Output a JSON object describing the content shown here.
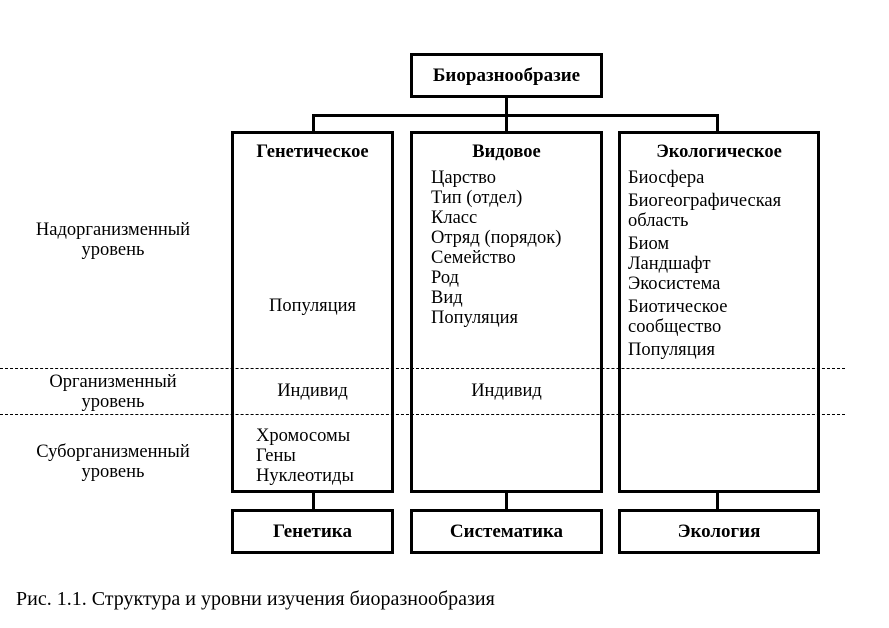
{
  "root": {
    "label": "Биоразнообразие"
  },
  "columns": [
    {
      "heading": "Генетическое",
      "supra": [
        "Популяция"
      ],
      "organism": "Индивид",
      "sub": [
        "Хромосомы",
        "Гены",
        "Нуклеотиды"
      ],
      "discipline": "Генетика"
    },
    {
      "heading": "Видовое",
      "supra": [
        "Царство",
        "Тип (отдел)",
        "Класс",
        "Отряд (порядок)",
        "Семейство",
        "Род",
        "Вид",
        "Популяция"
      ],
      "organism": "Индивид",
      "sub": [],
      "discipline": "Систематика"
    },
    {
      "heading": "Экологическое",
      "supra": [
        "Биосфера",
        "Биогеографическая",
        "область",
        "Биом",
        "Ландшафт",
        "Экосистема",
        "Биотическое",
        "сообщество",
        "Популяция"
      ],
      "organism": "",
      "sub": [],
      "discipline": "Экология"
    }
  ],
  "levels": {
    "supra": [
      "Надорганизменный",
      "уровень"
    ],
    "organism": [
      "Организменный",
      "уровень"
    ],
    "sub": [
      "Суборганизменный",
      "уровень"
    ]
  },
  "caption": "Рис. 1.1. Структура и уровни изучения биоразнообразия"
}
